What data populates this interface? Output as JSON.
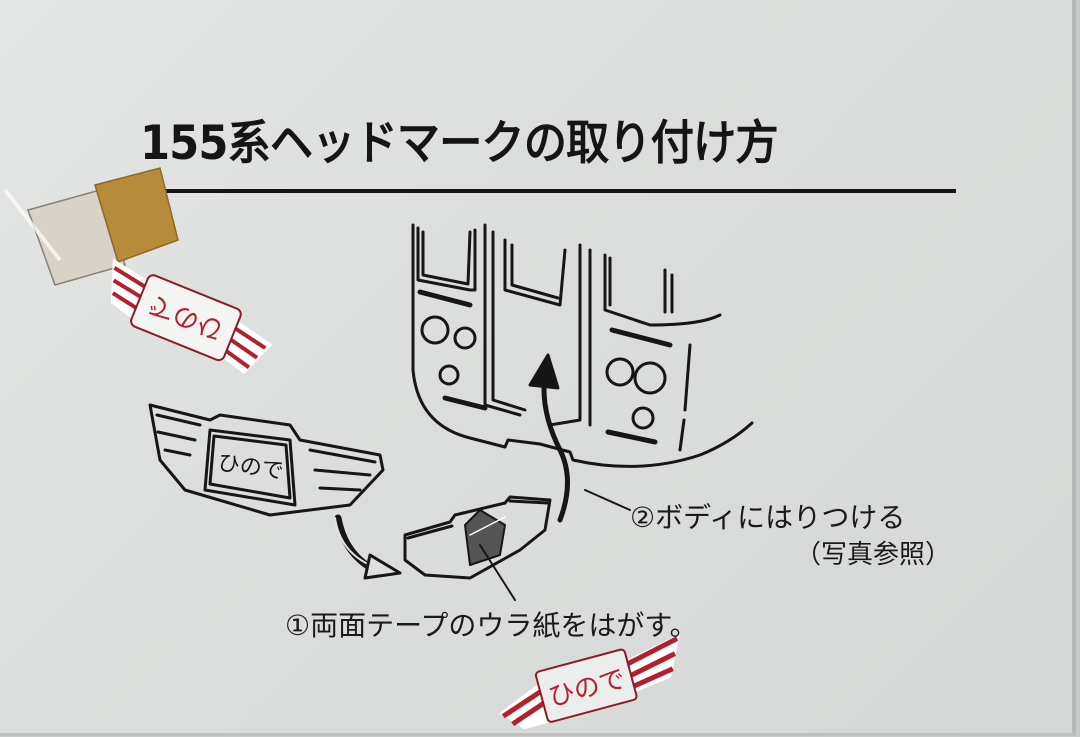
{
  "card": {
    "title": "155系ヘッドマークの取り付け方",
    "step1": "①両面テープのウラ紙をはがす。",
    "step2": "②ボディにはりつける",
    "step2_note": "（写真参照）"
  },
  "illustration": {
    "headmark_drawing_text": "ひので",
    "headmark_sticker_top_text": "ひので",
    "headmark_sticker_bottom_text": "ひので"
  },
  "colors": {
    "paper": "#dfe1e0",
    "ink": "#151515",
    "sticker_red": "#b3202c",
    "tape_tan": "#b88a3c"
  }
}
